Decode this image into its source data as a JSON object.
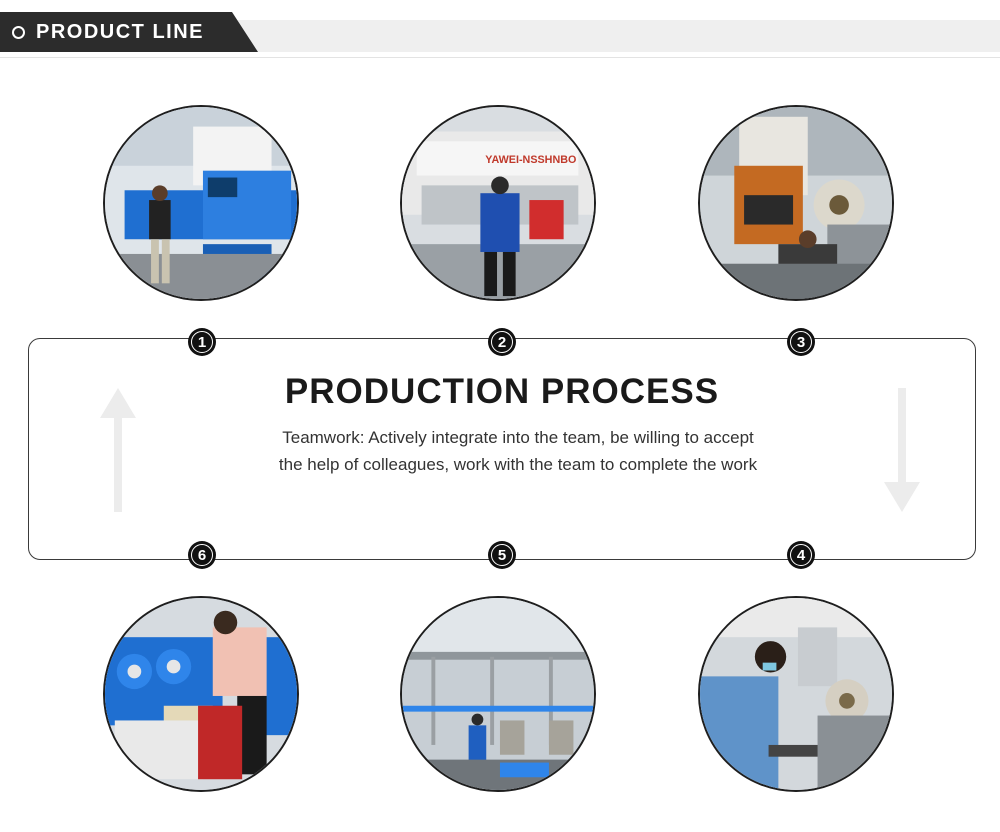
{
  "header": {
    "title": "PRODUCT LINE"
  },
  "process": {
    "title": "PRODUCTION PROCESS",
    "description": "Teamwork: Actively integrate into the team, be willing to accept the help of colleagues, work with the team to complete the work"
  },
  "steps": [
    "1",
    "2",
    "3",
    "4",
    "5",
    "6"
  ],
  "icons": {
    "header": "circle-outline-icon",
    "up": "arrow-up-icon",
    "down": "arrow-down-icon"
  },
  "colors": {
    "dark": "#2c2c2c",
    "border": "#3a3a3a",
    "machine_blue": "#1f6fd1"
  }
}
